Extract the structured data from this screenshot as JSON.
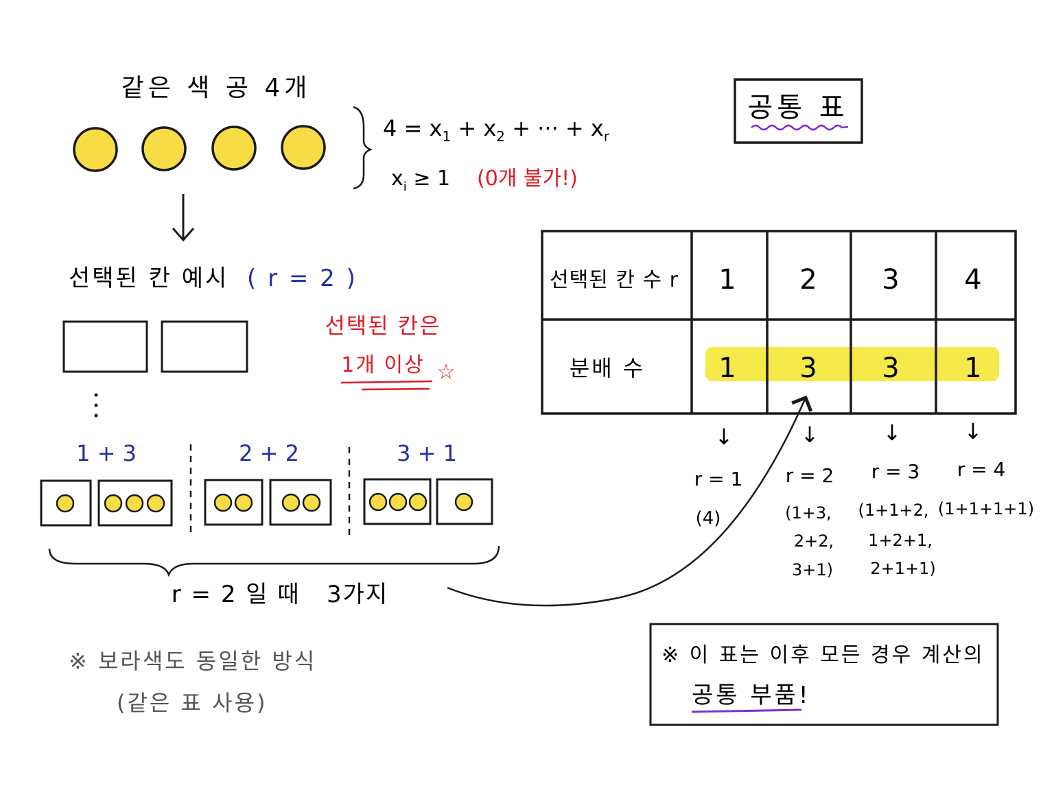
{
  "title_balls": "같은 색 공 4개",
  "equation": {
    "lhs": "4 = x",
    "sub1": "1",
    "plus1": " + x",
    "sub2": "2",
    "mid": " + ··· + x",
    "subr": "r",
    "constraint_main": "x",
    "constraint_sub": "i",
    "constraint_rest": " ≥ 1",
    "constraint_note": "(0개 불가!)"
  },
  "example_title": "선택된 칸 예시",
  "example_r": "( r = 2 )",
  "red_note": {
    "line1": "선택된 칸은",
    "line2": "1개 이상",
    "star": "☆"
  },
  "vertical_dots": "⋮",
  "splits": [
    "1 + 3",
    "2 + 2",
    "3 + 1"
  ],
  "split_balls": [
    [
      1,
      3
    ],
    [
      2,
      2
    ],
    [
      3,
      1
    ]
  ],
  "brace_caption": "r = 2 일 때   3가지",
  "purple_note": {
    "line1": "※ 보라색도 동일한 방식",
    "line2": "(같은 표 사용)"
  },
  "common_table_title": "공통 표",
  "table": {
    "row1_header": "선택된 칸 수 r",
    "row2_header": "분배 수",
    "r_values": [
      "1",
      "2",
      "3",
      "4"
    ],
    "counts": [
      "1",
      "3",
      "3",
      "1"
    ]
  },
  "cases": [
    {
      "label": "r = 1",
      "lines": [
        "(4)"
      ]
    },
    {
      "label": "r = 2",
      "lines": [
        "(1+3,",
        "2+2,",
        "3+1)"
      ]
    },
    {
      "label": "r = 3",
      "lines": [
        "(1+1+2,",
        "1+2+1,",
        "2+1+1)"
      ]
    },
    {
      "label": "r = 4",
      "lines": [
        "(1+1+1+1)"
      ]
    }
  ],
  "bottom_note": {
    "line1": "※ 이 표는 이후 모든 경우 계산의",
    "line2": "공통 부품!"
  },
  "colors": {
    "ball_fill": "#f7dc45",
    "blue": "#1f2fa0",
    "red": "#e01b24",
    "purple": "#7b2fd0",
    "highlight": "#f6e94a",
    "gray_text": "#555555"
  },
  "arrow_glyph": "↓"
}
